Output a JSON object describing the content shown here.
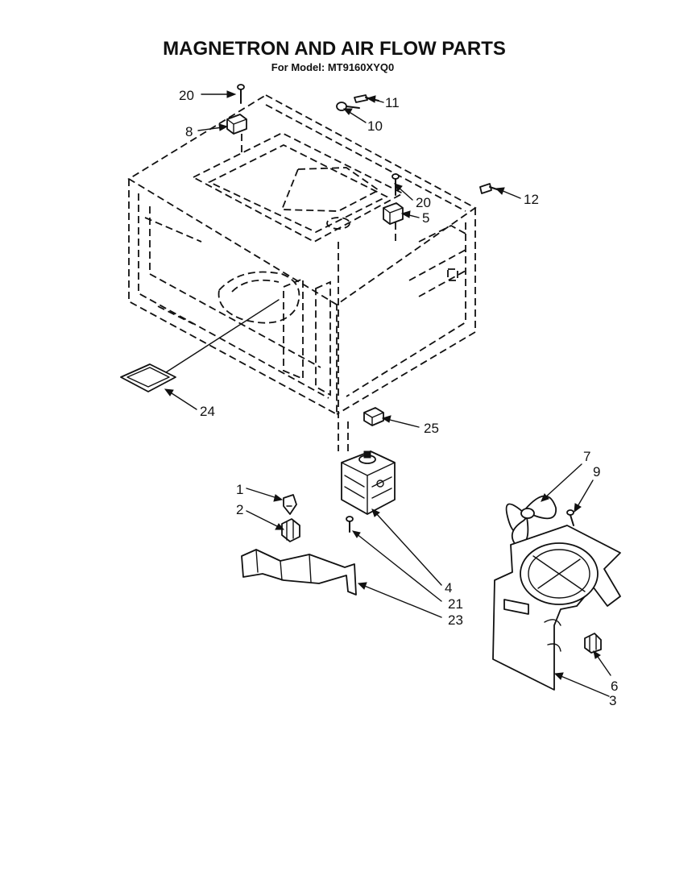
{
  "title": "MAGNETRON AND AIR FLOW PARTS",
  "subtitle": "For Model: MT9160XYQ0",
  "callouts": {
    "c20a": "20",
    "c8": "8",
    "c11": "11",
    "c10": "10",
    "c20b": "20",
    "c5": "5",
    "c12": "12",
    "c24": "24",
    "c25": "25",
    "c7": "7",
    "c9": "9",
    "c1": "1",
    "c2": "2",
    "c4": "4",
    "c21": "21",
    "c23": "23",
    "c6": "6",
    "c3": "3"
  }
}
